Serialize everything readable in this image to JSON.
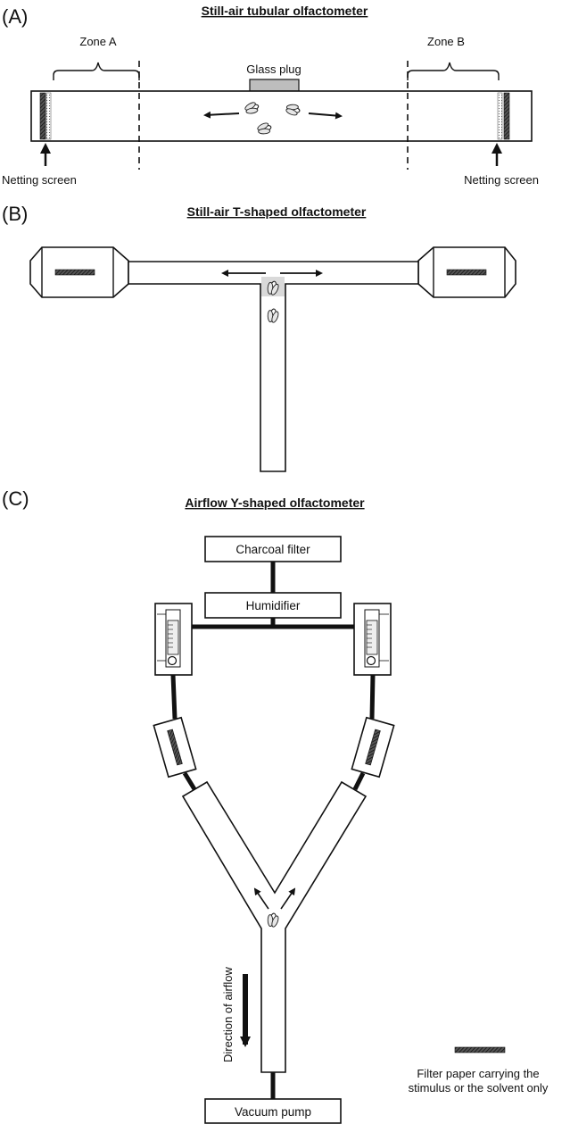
{
  "panels": {
    "a": {
      "label": "(A)",
      "title": "Still-air tubular olfactometer",
      "zone_a": "Zone A",
      "zone_b": "Zone B",
      "glass_plug": "Glass plug",
      "netting_left": "Netting screen",
      "netting_right": "Netting screen"
    },
    "b": {
      "label": "(B)",
      "title": "Still-air T-shaped olfactometer"
    },
    "c": {
      "label": "(C)",
      "title": "Airflow Y-shaped olfactometer",
      "charcoal_filter": "Charcoal filter",
      "humidifier": "Humidifier",
      "vacuum_pump": "Vacuum pump",
      "airflow": "Direction of airflow",
      "legend_line1": "Filter paper carrying the",
      "legend_line2": "stimulus or the solvent only"
    }
  },
  "colors": {
    "stroke": "#111111",
    "plug": "#bdbdbd",
    "fly_highlight": "#d9d9d9"
  }
}
